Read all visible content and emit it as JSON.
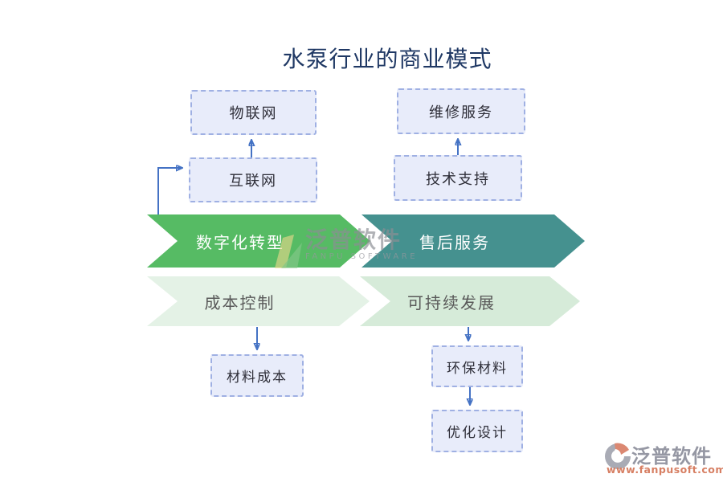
{
  "title": "水泵行业的商业模式",
  "nodes": {
    "iot": "物联网",
    "internet": "互联网",
    "repair": "维修服务",
    "support": "技术支持",
    "material_cost": "材料成本",
    "eco_material": "环保材料",
    "optimized_design": "优化设计"
  },
  "chevrons": {
    "digital": "数字化转型",
    "aftersales": "售后服务",
    "cost": "成本控制",
    "sustain": "可持续发展"
  },
  "watermark": {
    "name": "泛普软件",
    "subtitle": "FANPU SOFTWARE"
  },
  "logo": {
    "name": "泛普软件",
    "url": "www.fanpusoft.com"
  },
  "colors": {
    "title": "#1F3864",
    "arrow": "#4472C4",
    "chevron_green": "#56BB64",
    "chevron_teal": "#45918F",
    "chevron_light1": "#E4F2E6",
    "chevron_light2": "#D6EBD9",
    "node_fill": "#E8ECFA",
    "node_border": "#9FB0E3",
    "logo_url": "#D77F63"
  }
}
